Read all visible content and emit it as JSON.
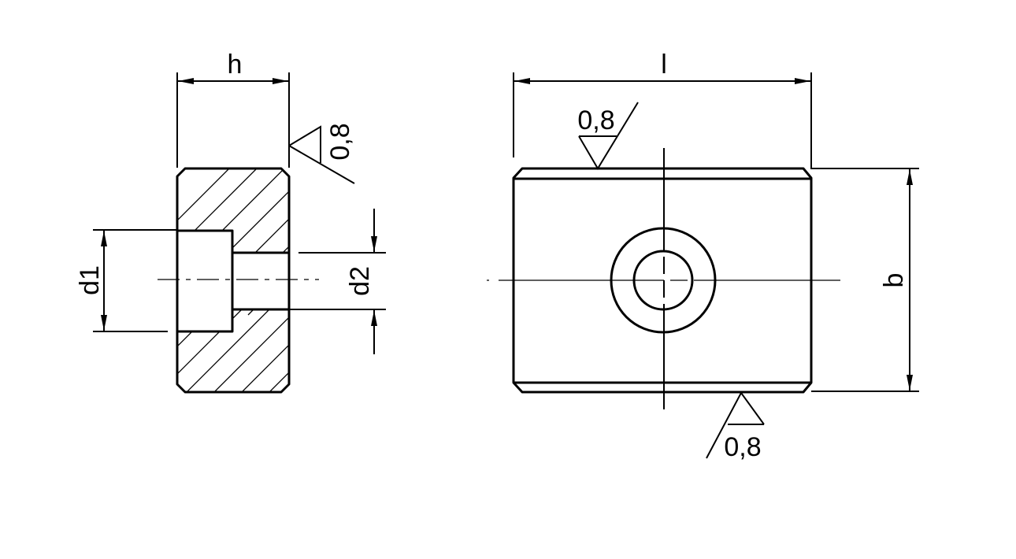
{
  "drawing": {
    "dimensions": {
      "height_label": "h",
      "length_label": "l",
      "width_label": "b",
      "counterbore_diameter_label": "d1",
      "hole_diameter_label": "d2"
    },
    "surface_roughness": {
      "side_view": "0,8",
      "top_face": "0,8",
      "bottom_face": "0,8"
    },
    "colors": {
      "line": "#000000",
      "background": "#ffffff"
    }
  }
}
